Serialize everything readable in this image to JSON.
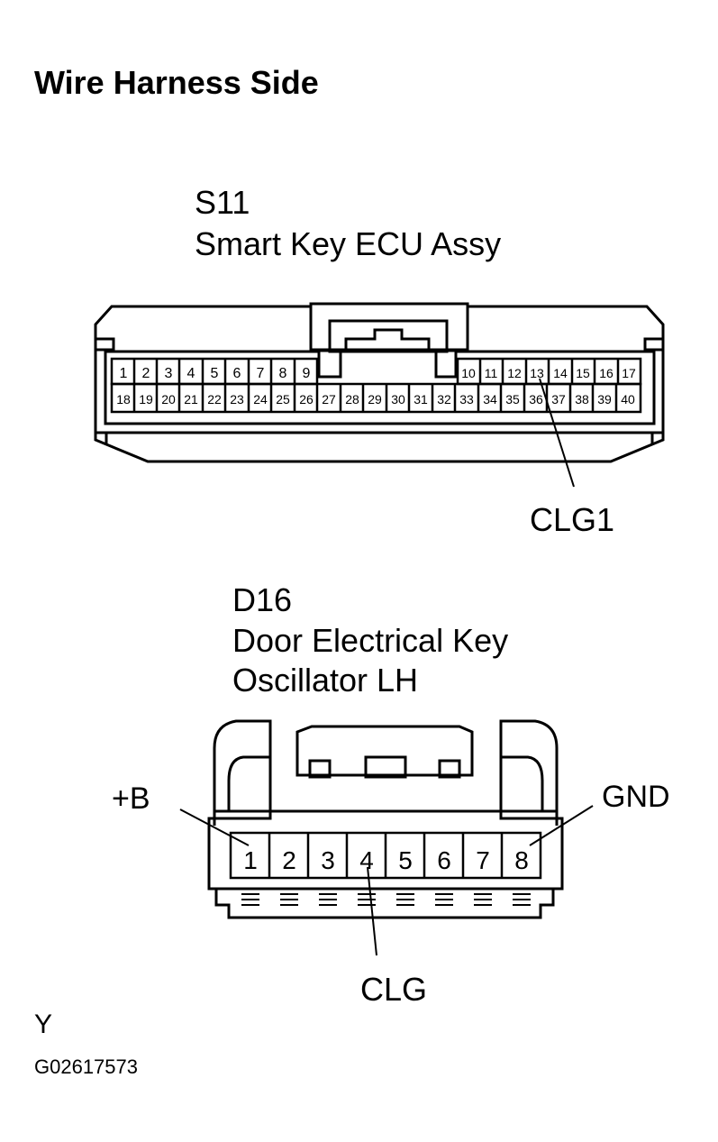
{
  "title": "Wire Harness Side",
  "connector_s11": {
    "code": "S11",
    "name": "Smart Key ECU Assy",
    "top_left_pins": [
      "1",
      "2",
      "3",
      "4",
      "5",
      "6",
      "7",
      "8",
      "9"
    ],
    "top_right_pins": [
      "10",
      "11",
      "12",
      "13",
      "14",
      "15",
      "16",
      "17"
    ],
    "bottom_pins": [
      "18",
      "19",
      "20",
      "21",
      "22",
      "23",
      "24",
      "25",
      "26",
      "27",
      "28",
      "29",
      "30",
      "31",
      "32",
      "33",
      "34",
      "35",
      "36",
      "37",
      "38",
      "39",
      "40"
    ],
    "callout": "CLG1"
  },
  "connector_d16": {
    "code": "D16",
    "name_line1": "Door Electrical Key",
    "name_line2": "Oscillator LH",
    "pins": [
      "1",
      "2",
      "3",
      "4",
      "5",
      "6",
      "7",
      "8"
    ],
    "callout_left": "+B",
    "callout_right": "GND",
    "callout_bottom": "CLG"
  },
  "footer": {
    "letter": "Y",
    "figure_code": "G02617573"
  }
}
